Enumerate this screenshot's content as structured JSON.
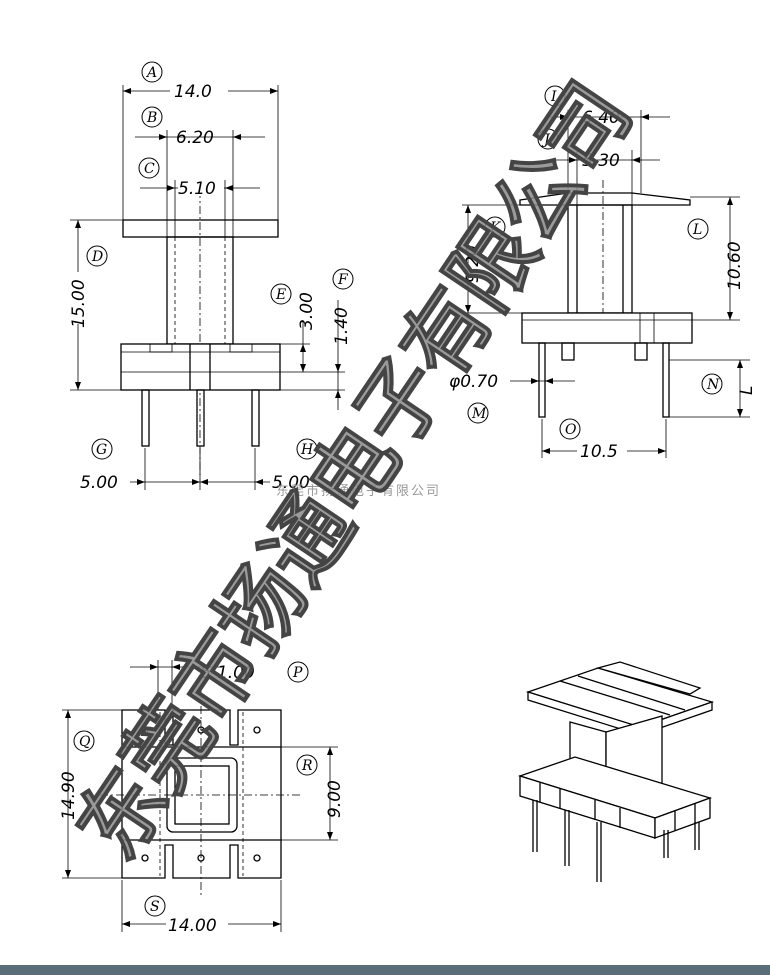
{
  "dimensions": {
    "front_width": "14.0",
    "front_B": "6.20",
    "front_C": "5.10",
    "front_height": "15.00",
    "front_E": "3.00",
    "front_F": "1.40",
    "front_pitch_left": "5.00",
    "front_pitch_right": "5.00",
    "side_I": "6.40",
    "side_J": "5.30",
    "side_K": "9.20",
    "side_L": "10.60",
    "side_pin_dia": "φ0.70",
    "side_width": "10.5",
    "side_N": "L",
    "top_pins": "6-1.00",
    "top_height": "14.90",
    "top_R": "9.00",
    "top_width": "14.00"
  },
  "labels": {
    "A": "A",
    "B": "B",
    "C": "C",
    "D": "D",
    "E": "E",
    "F": "F",
    "G": "G",
    "H": "H",
    "I": "I",
    "J": "J",
    "K": "K",
    "L": "L",
    "M": "M",
    "N": "N",
    "O": "O",
    "P": "P",
    "Q": "Q",
    "R": "R",
    "S": "S"
  },
  "watermark": {
    "large": "东莞市扬通电子有限公司",
    "small": "东莞市扬通电子有限公司"
  }
}
